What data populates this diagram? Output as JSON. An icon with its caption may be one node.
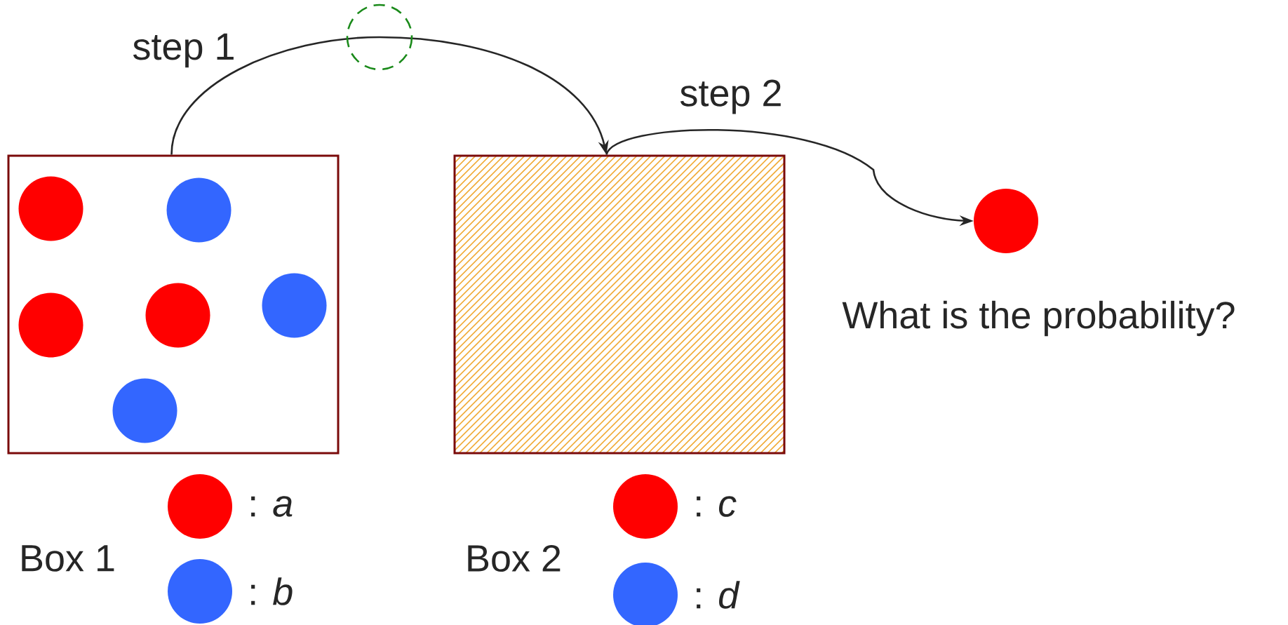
{
  "diagram": {
    "nodes": [
      {
        "text": [],
        "shape": "box"
      },
      {
        "text": [],
        "shape": "box"
      },
      {
        "text": [],
        "shape": "circle"
      },
      {
        "text": [],
        "shape": "circle",
        "in": 0
      },
      {
        "text": [],
        "shape": "circle",
        "in": 0
      },
      {
        "text": [],
        "shape": "circle",
        "in": 0
      },
      {
        "text": [],
        "shape": "circle",
        "in": 0
      },
      {
        "text": [],
        "shape": "circle",
        "in": 0
      },
      {
        "text": [],
        "shape": "circle",
        "in": 0
      }
    ],
    "edges": [
      {
        "from": 0,
        "to": 1,
        "arrow": "to",
        "label": "step 1"
      },
      {
        "from": 1,
        "to": 2,
        "arrow": "to",
        "label": "step 2"
      }
    ],
    "labels": [
      "What is the probability?",
      "Box 1",
      "Box 2"
    ],
    "legend": [
      {
        "text": ": *a*",
        "color": "#ff0000"
      },
      {
        "text": ": *b*",
        "color": "#3366ff"
      },
      {
        "text": ": *c*",
        "color": "#ff0000"
      },
      {
        "text": ": *d*",
        "color": "#3366ff"
      }
    ]
  }
}
